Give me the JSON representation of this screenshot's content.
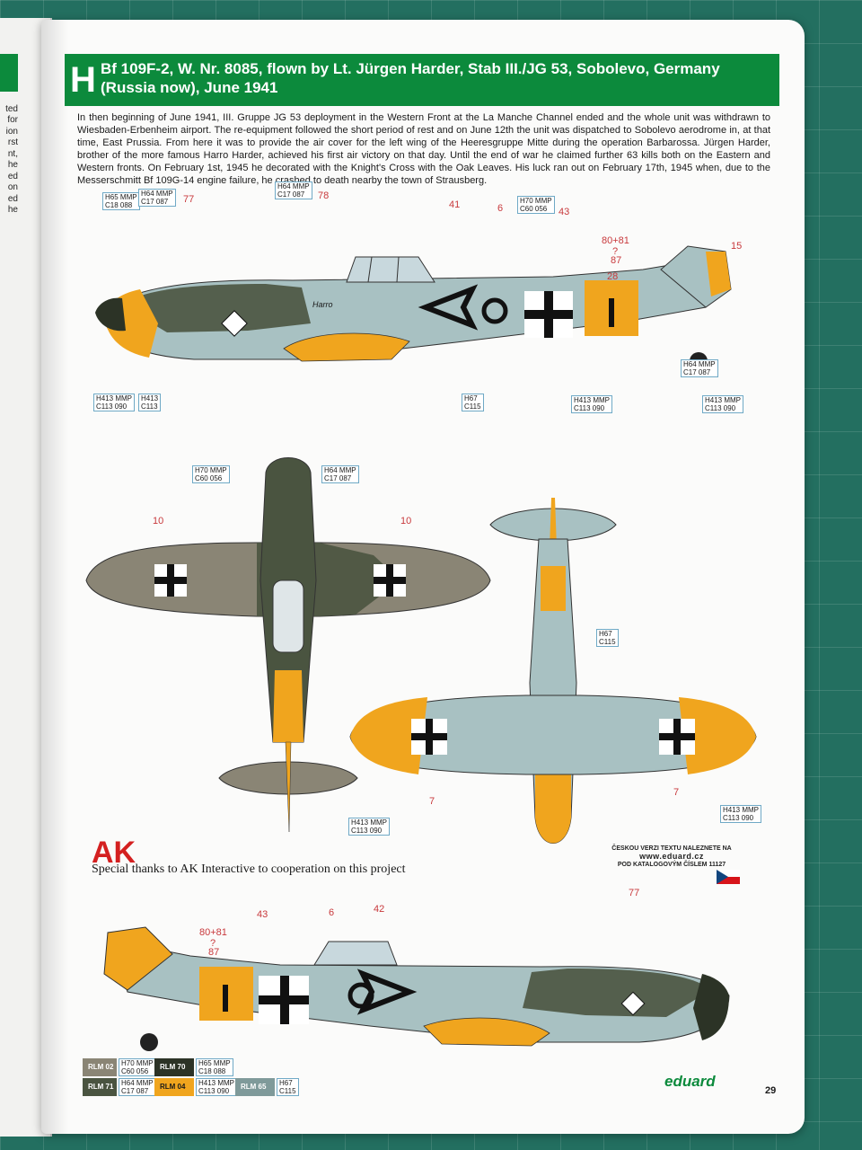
{
  "header": {
    "letter": "H",
    "title": "Bf 109F-2, W. Nr. 8085, flown by Lt. Jürgen Harder, Stab III./JG 53, Sobolevo, Germany (Russia now), June 1941"
  },
  "intro": "In then beginning of June 1941, III. Gruppe JG 53 deployment in the Western Front at the La Manche Channel ended and the whole unit was withdrawn to Wiesbaden-Erbenheim airport. The re-equipment followed the short period of rest and on June 12th the unit was dispatched to Sobolevo aerodrome in, at that time, East Prussia. From here it was to provide the air cover for the left wing of the Heeresgruppe Mitte during the operation Barbarossa. Jürgen Harder, brother of the more famous Harro Harder, achieved his first air victory on that day. Until the end of war he claimed further 63 kills both on the Eastern and Western fronts. On February 1st, 1945 he decorated with the Knight's Cross with the Oak Leaves. His luck ran out on February 17th, 1945 when, due to the Messerschmitt Bf 109G-14 engine failure, he crashed to death nearby the town of Strausberg.",
  "left_fragments": [
    "ted",
    "for",
    "ion",
    "rst",
    "nt,",
    "he",
    "ed",
    "on",
    "ed",
    "he"
  ],
  "paint_codes": {
    "h65": [
      "H65 MMP",
      "C18 088"
    ],
    "h64": [
      "H64 MMP",
      "C17 087"
    ],
    "h70": [
      "H70 MMP",
      "C60 056"
    ],
    "h413": [
      "H413 MMP",
      "C113 090"
    ],
    "h413b": [
      "H413",
      "C113"
    ],
    "h67": [
      "H67",
      "C115"
    ]
  },
  "callouts": {
    "c77": "77",
    "c78": "78",
    "c41": "41",
    "c6": "6",
    "c43": "43",
    "c15": "15",
    "c28": "28",
    "c80": "80+81",
    "cq": "?",
    "c87": "87",
    "c10": "10",
    "c7": "7",
    "c42": "42"
  },
  "fuselage_text": "Harro",
  "ak": {
    "logo": "AK",
    "thanks": "Special thanks to AK Interactive to cooperation on this project"
  },
  "czech": {
    "line1": "ČESKOU VERZI TEXTU NALEZNETE NA",
    "url": "www.eduard.cz",
    "line3": "POD KATALOGOVÝM ČÍSLEM 11127"
  },
  "legend": {
    "rlm02": "RLM 02",
    "rlm70": "RLM 70",
    "rlm71": "RLM 71",
    "rlm04": "RLM 04",
    "rlm65": "RLM 65"
  },
  "colors": {
    "green": "#0c8a3c",
    "rlm02": "#8a8575",
    "rlm70": "#2c3326",
    "rlm71": "#4a5440",
    "rlm04": "#f0a51e",
    "rlm65": "#a8c1c2",
    "callout": "#c8393c"
  },
  "brand": "eduard",
  "page_number": "29"
}
